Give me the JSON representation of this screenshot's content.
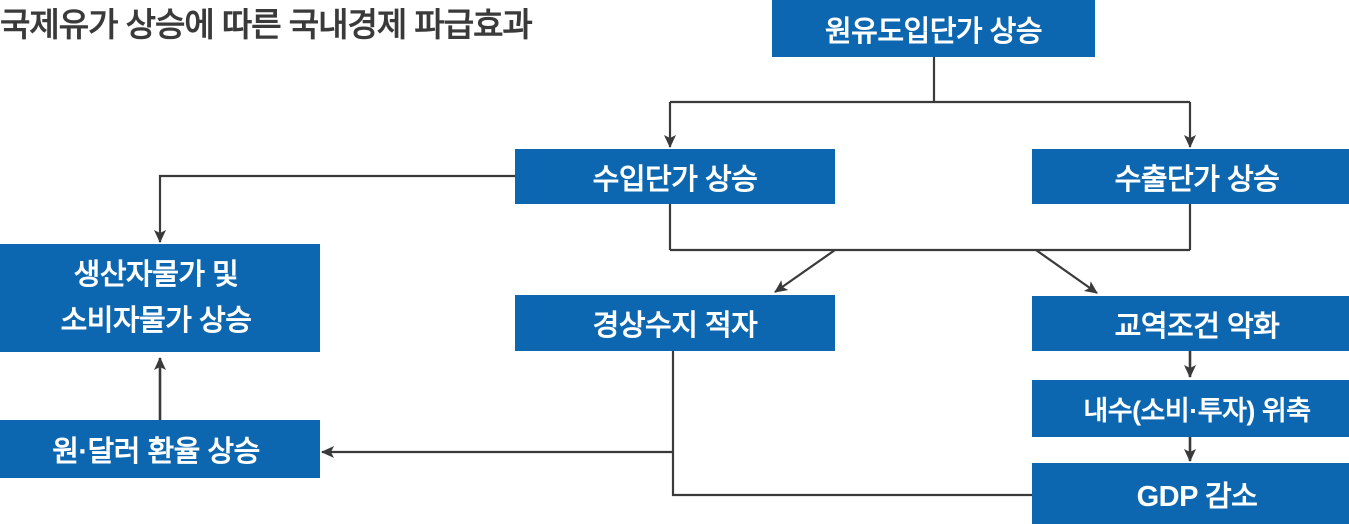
{
  "diagram": {
    "title": "국제유가 상승에 따른 국내경제 파급효과",
    "accent_color": "#0D67B0",
    "edge_color": "#3A3A3A",
    "text_color": "#FFFFFF",
    "title_color": "#3A3A3A",
    "background": "#FFFFFF",
    "nodes": {
      "crude": {
        "label": "원유도입단가 상승"
      },
      "import": {
        "label": "수입단가 상승"
      },
      "export": {
        "label": "수출단가 상승"
      },
      "prices": {
        "line1": "생산자물가 및",
        "line2": "소비자물가 상승"
      },
      "account": {
        "label": "경상수지 적자"
      },
      "terms": {
        "label": "교역조건 악화"
      },
      "domestic": {
        "label": "내수(소비·투자) 위축"
      },
      "gdp": {
        "label": "GDP 감소"
      },
      "fx": {
        "label": "원·달러 환율 상승"
      }
    },
    "edges": [
      {
        "from": "crude",
        "to": "import",
        "kind": "elbow-arrow"
      },
      {
        "from": "crude",
        "to": "export",
        "kind": "elbow-arrow"
      },
      {
        "from": "import",
        "to": "prices",
        "kind": "elbow-arrow"
      },
      {
        "from": "import",
        "to": "account",
        "kind": "diagonal-arrow"
      },
      {
        "from": "export",
        "to": "terms",
        "kind": "diagonal-arrow"
      },
      {
        "from": "terms",
        "to": "domestic",
        "kind": "straight-arrow"
      },
      {
        "from": "domestic",
        "to": "gdp",
        "kind": "straight-arrow"
      },
      {
        "from": "gdp",
        "to": "fx",
        "kind": "elbow-arrow"
      },
      {
        "from": "fx",
        "to": "prices",
        "kind": "straight-arrow"
      },
      {
        "from": "account",
        "to": "gdp",
        "kind": "elbow"
      }
    ]
  }
}
